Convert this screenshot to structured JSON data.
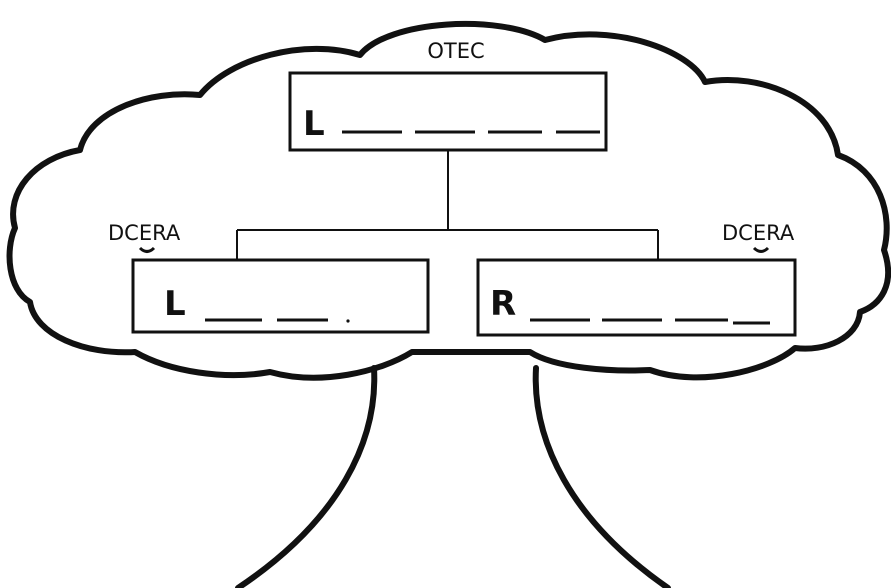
{
  "diagram": {
    "top_node": {
      "caption": "OTEC",
      "letter": "L",
      "blank_count": 4
    },
    "left_node": {
      "caption": "DCERA",
      "letter": "L",
      "blank_count": 2
    },
    "right_node": {
      "caption": "DCERA",
      "letter": "R",
      "blank_count": 4
    },
    "colors": {
      "ink": "#111111",
      "background": "#ffffff"
    }
  }
}
